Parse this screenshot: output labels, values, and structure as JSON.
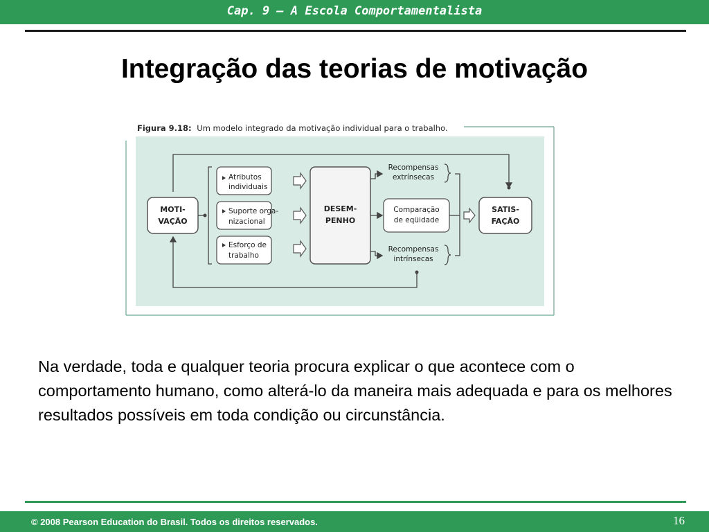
{
  "header": {
    "title": "Cap. 9 – A Escola Comportamentalista"
  },
  "slide": {
    "title": "Integração das teorias de motivação",
    "body": "Na verdade, toda e qualquer teoria procura explicar o que acontece com o comportamento humano, como alterá-lo da maneira mais adequada e para os melhores resultados possíveis em toda condição ou circunstância."
  },
  "figure": {
    "caption_label": "Figura 9.18:",
    "caption_text": "Um modelo integrado da motivação individual para o trabalho.",
    "motivacao": [
      "MOTI-",
      "VAÇÃO"
    ],
    "inputs": [
      {
        "line1": "Atributos",
        "line2": "individuais"
      },
      {
        "line1": "Suporte orga-",
        "line2": "nizacional"
      },
      {
        "line1": "Esforço de",
        "line2": "trabalho"
      }
    ],
    "desempenho": [
      "DESEM-",
      "PENHO"
    ],
    "recompensas_extrinsecas": [
      "Recompensas",
      "extrínsecas"
    ],
    "comparacao": [
      "Comparação",
      "de eqüidade"
    ],
    "recompensas_intrinsecas": [
      "Recompensas",
      "intrínsecas"
    ],
    "satisfacao": [
      "SATIS-",
      "FAÇÃO"
    ],
    "colors": {
      "panel": "#d8ebe4",
      "box_fill": "#ffffff",
      "box_stroke": "#555555",
      "frame": "#6aa890"
    }
  },
  "footer": {
    "copyright": "© 2008 Pearson Education do Brasil. Todos os direitos reservados.",
    "page_number": "16"
  },
  "colors": {
    "accent": "#2e9a56"
  }
}
